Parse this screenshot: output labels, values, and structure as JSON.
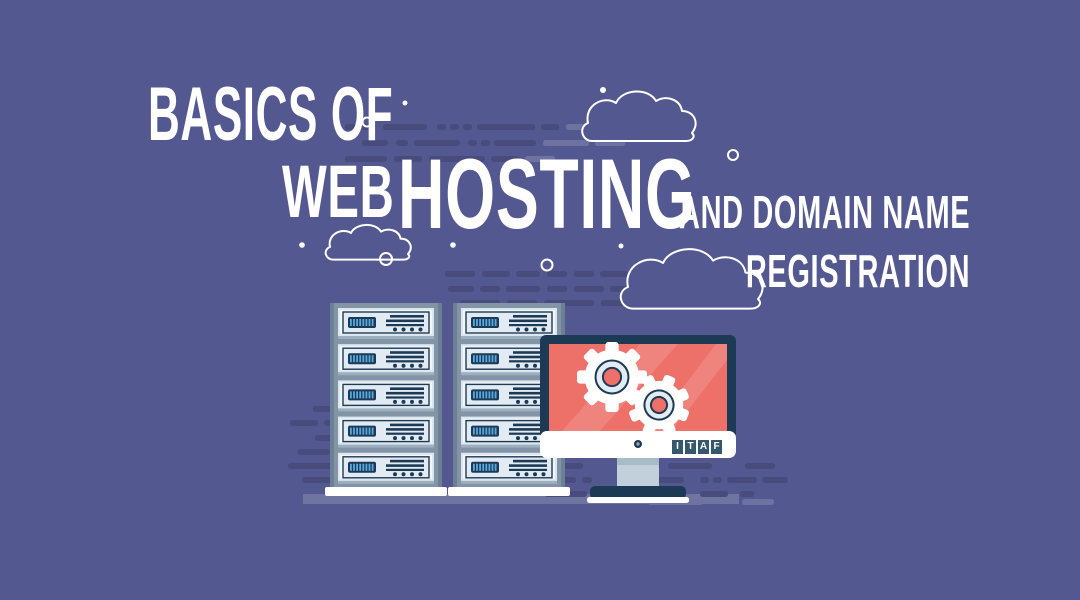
{
  "page": {
    "type": "infographic-banner",
    "background_color": "#545890"
  },
  "title": {
    "line1": "BASICS OF",
    "line2_word1": "WEB",
    "line2_word2": "HOSTING",
    "subtitle_line1": "AND DOMAIN NAME",
    "subtitle_line2": "REGISTRATION",
    "text_color": "#ffffff"
  },
  "monitor": {
    "logo_letters": [
      "I",
      "T",
      "A",
      "F"
    ],
    "screen_color": "#ed7069",
    "screen_shine_color": "rgba(255,255,255,0.14)"
  },
  "illustration": {
    "server_rack_count": 2,
    "units_per_rack": 5,
    "cloud_count": 3
  },
  "colors": {
    "background": "#545890",
    "dash_dark": "#484c7d",
    "dash_light": "#6d72a0",
    "ground": "#6f74a1",
    "navy": "#1d3a55",
    "rack_gray": "#8294a6",
    "rack_edge": "#6b8094",
    "panel_light": "#dce6ef",
    "panel_lighter": "#f1f6fa",
    "panel_face": "#e2ebf3",
    "panel_shadow": "#9db0c0",
    "server_blue": "#57a9e2",
    "gear_ring": "#e2ecf2",
    "stand_gray": "#c2d0db",
    "stand_shadow": "#a8bbc9",
    "white": "#ffffff"
  }
}
